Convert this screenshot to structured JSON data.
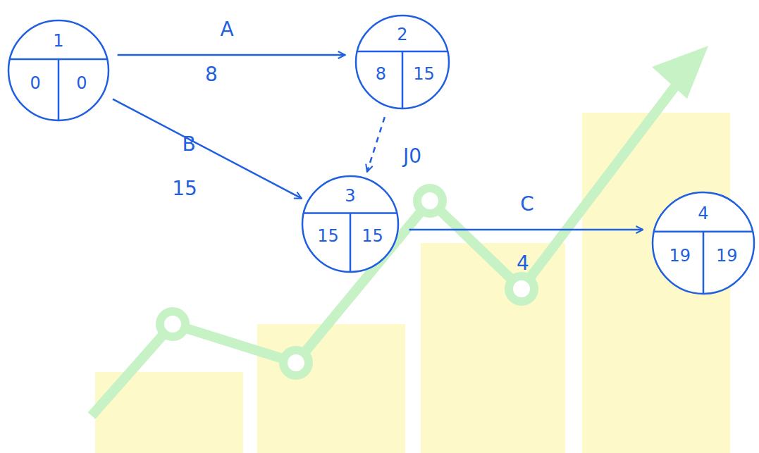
{
  "diagram": {
    "nodes": [
      {
        "text": [
          "1",
          "0",
          "0"
        ]
      },
      {
        "text": [
          "2",
          "8",
          "15"
        ]
      },
      {
        "text": [
          "3",
          "15",
          "15"
        ]
      },
      {
        "text": [
          "4",
          "19",
          "19"
        ]
      }
    ],
    "edges": [
      {
        "from": 0,
        "to": 1,
        "arrow": "to",
        "label": "A"
      },
      {
        "from": 0,
        "to": 2,
        "arrow": "to",
        "label": "B"
      },
      {
        "from": 1,
        "to": 2,
        "arrow": "to",
        "label": "J0"
      },
      {
        "from": 2,
        "to": 3,
        "arrow": "to",
        "label": "C"
      }
    ],
    "labels": [
      "8",
      "15",
      "4"
    ]
  }
}
